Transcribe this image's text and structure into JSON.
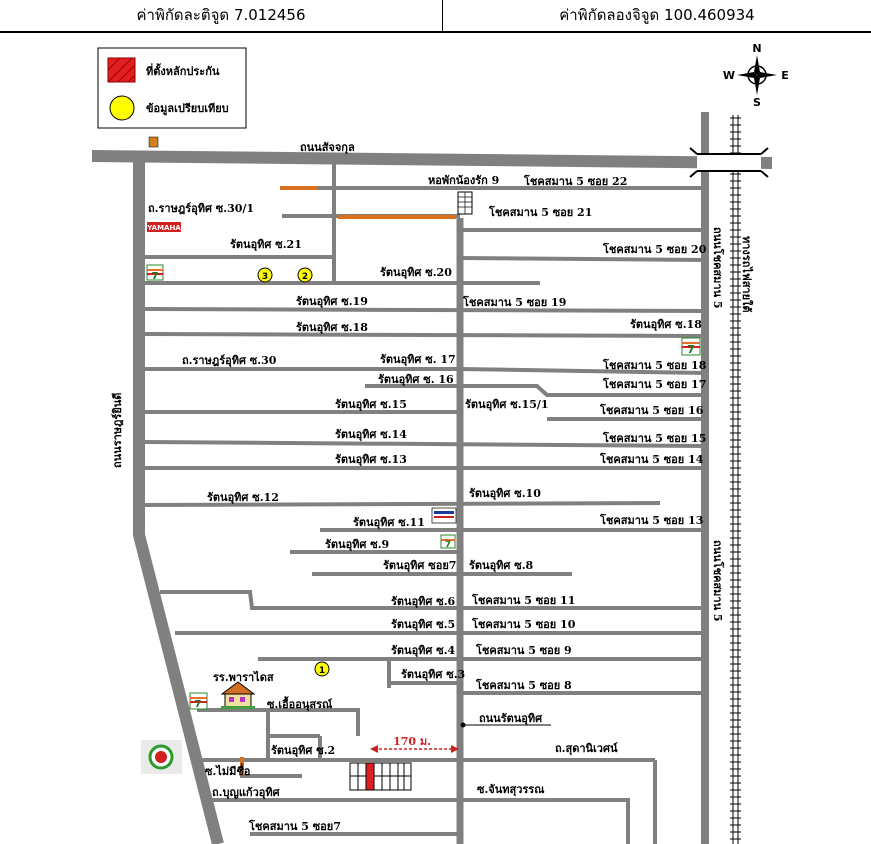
{
  "header": {
    "latitude": "ค่าพิกัดละติจูด 7.012456",
    "longitude": "ค่าพิกัดลองจิจูด 100.460934"
  },
  "legend": {
    "location": "ที่ตั้งหลักประกัน",
    "comparables": "ข้อมูลเปรียบเทียบ"
  },
  "compass": {
    "n": "N",
    "s": "S",
    "e": "E",
    "w": "W"
  },
  "markers": {
    "c1": "1",
    "c2": "2",
    "c3": "3"
  },
  "distance": "170 ม.",
  "icons": {
    "yamaha": "YAMAHA"
  },
  "roads": {
    "top_main": "ถนนสัจจกุล",
    "railway": "ทางรถไฟสายใต้",
    "left_main": "ถนนราษฎร์ยินดี",
    "right_upper": "ถนนโชคสมาน 5",
    "right_lower": "ถนนโชคสมาน 5",
    "hostel": "หอพักน้องรัก 9",
    "cs22": "โชคสมาน 5 ซอย 22",
    "rat30_1": "ถ.ราษฎร์อุทิศ ซ.30/1",
    "cs21": "โชคสมาน 5 ซอย 21",
    "ru21": "รัตนอุทิศ ซ.21",
    "cs20": "โชคสมาน 5 ซอย 20",
    "ru20": "รัตนอุทิศ ซ.20",
    "ru19": "รัตนอุทิศ ซ.19",
    "cs19": "โชคสมาน 5 ซอย 19",
    "ru18": "รัตนอุทิศ ซ.18",
    "ru18r": "รัตนอุทิศ ซ.18",
    "rat30": "ถ.ราษฎร์อุทิศ ซ.30",
    "ru17": "รัตนอุทิศ ซ. 17",
    "cs18": "โชคสมาน 5 ซอย 18",
    "ru16": "รัตนอุทิศ ซ. 16",
    "cs17": "โชคสมาน 5 ซอย 17",
    "ru15": "รัตนอุทิศ ซ.15",
    "ru15_1": "รัตนอุทิศ ซ.15/1",
    "cs16": "โชคสมาน 5 ซอย 16",
    "ru14": "รัตนอุทิศ ซ.14",
    "cs15": "โชคสมาน 5 ซอย 15",
    "ru13": "รัตนอุทิศ ซ.13",
    "cs14": "โชคสมาน 5 ซอย 14",
    "ru12": "รัตนอุทิศ ซ.12",
    "ru10": "รัตนอุทิศ ซ.10",
    "ru11": "รัตนอุทิศ ซ.11",
    "cs13": "โชคสมาน 5 ซอย 13",
    "ru9": "รัตนอุทิศ ซ.9",
    "ru7": "รัตนอุทิศ ซอย7",
    "ru8": "รัตนอุทิศ ซ.8",
    "ru6": "รัตนอุทิศ ซ.6",
    "cs11": "โชคสมาน 5 ซอย 11",
    "ru5": "รัตนอุทิศ ซ.5",
    "cs10": "โชคสมาน 5 ซอย 10",
    "ru4": "รัตนอุทิศ ซ.4",
    "cs9": "โชคสมาน 5 ซอย 9",
    "ru3": "รัตนอุทิศ ซ.3",
    "cs8": "โชคสมาน 5 ซอย 8",
    "school": "รร.พาราไดส",
    "soi_euan": "ซ.เอื้ออนุสรณ์",
    "rattana_road": "ถนนรัตนอุทิศ",
    "ru2": "รัตนอุทิศ ซ.2",
    "sudanives": "ถ.สุดานิเวศน์",
    "mai_mi_chue": "ซ.ไม่มีชื่อ",
    "boonkaew": "ถ.บุญแก้วอุทิศ",
    "chansuwan": "ซ.จันทสุวรรณ",
    "cs7": "โชคสมาน 5 ซอย7"
  }
}
